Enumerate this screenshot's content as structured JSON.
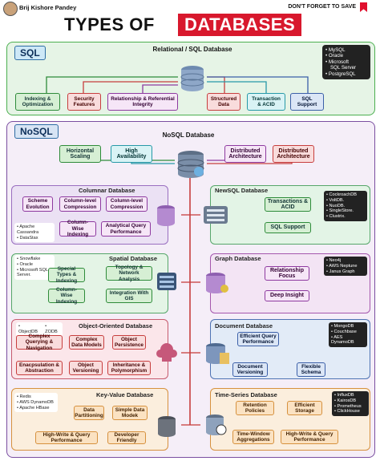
{
  "header": {
    "author": "Brij Kishore Pandey",
    "save_text": "DON'T FORGET TO SAVE",
    "title_part1": "TYPES OF",
    "title_part2": "DATABASES"
  },
  "sql": {
    "tag": "SQL",
    "center_label": "Relational / SQL Database",
    "examples": [
      "MySQL",
      "Oracle",
      "Microsoft",
      "SQL Server",
      "PostgreSQL"
    ],
    "features": [
      "Indexing & Optimization",
      "Security Features",
      "Relationship & Referential Integrity",
      "Structured Data",
      "Transaction & ACID",
      "SQL Support"
    ]
  },
  "nosql": {
    "tag": "NoSQL",
    "center_label": "NoSQL Database",
    "features": [
      "Horizontal Scaling",
      "High Availability",
      "Distributed Architecture",
      "Distributed Architecture"
    ]
  },
  "columnar": {
    "title": "Columnar Database",
    "boxes": [
      "Scheme Evolution",
      "Column-level Compression",
      "Column-level Compression",
      "Column-Wise Indexing",
      "Analytical Query Performance"
    ],
    "examples": [
      "Apache Cassandra",
      "DataStax"
    ]
  },
  "newsql": {
    "title": "NewSQL Database",
    "boxes": [
      "Transactions & ACID",
      "SQL Support"
    ],
    "examples": [
      "CockroachDB",
      "VoltDB.",
      "NuoDB.",
      "SingleStore.",
      "Clustrix."
    ]
  },
  "spatial": {
    "title": "Spatial Database",
    "boxes": [
      "Special Types & Indexing",
      "Topology & Network Analysis",
      "Column-Wise Indexing",
      "Integration With GIS"
    ],
    "examples": [
      "Snowflake",
      "Oracle",
      "Microsoft SQL Server."
    ]
  },
  "graph": {
    "title": "Graph Database",
    "boxes": [
      "Relationship Focus",
      "Deep Insight"
    ],
    "examples": [
      "Neo4j",
      "AWS Neptune",
      "Janus Graph"
    ]
  },
  "object": {
    "title": "Object-Oriented Database",
    "examples": [
      "ObjectDB",
      "ZODB"
    ],
    "boxes": [
      "Complex Querying & Navigation",
      "Complex Data Models",
      "Object Persistence",
      "Enacpsulation & Abstraction",
      "Object Versioning",
      "Inheritance & Polymorphism"
    ]
  },
  "document": {
    "title": "Document Database",
    "boxes": [
      "Efficient Query Performance",
      "Document Versioning",
      "Flexible Schema"
    ],
    "examples": [
      "MongoDB",
      "Couchbase",
      "AES DynamoDB"
    ]
  },
  "keyvalue": {
    "title": "Key-Value Database",
    "boxes": [
      "Data Partitioning",
      "Simple Data Modek",
      "High-Write & Query Performance",
      "Developer Friendly"
    ],
    "examples": [
      "Redis",
      "AWS DynamoDB",
      "Apache HBase"
    ]
  },
  "timeseries": {
    "title": "Time-Series Database",
    "boxes": [
      "Retention Policies",
      "Efficient Storage",
      "Time-Window Aggregations",
      "High-Write & Query Performance"
    ],
    "examples": [
      "InfluxDB",
      "KairosDB",
      "Prometheus",
      "ClickHouse"
    ]
  },
  "colors": {
    "accent_red": "#d8182d",
    "sql_green": "#4caf50",
    "nosql_purple": "#7a4ea0"
  }
}
